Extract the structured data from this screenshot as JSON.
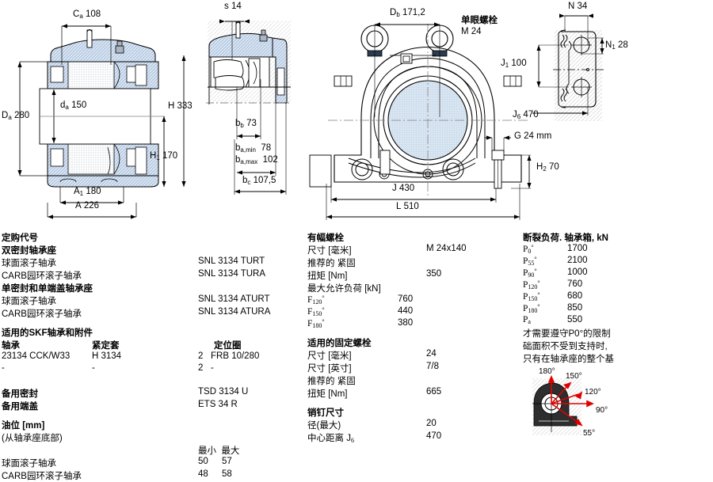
{
  "drawings": {
    "view_left": {
      "name": "side-section-view",
      "dims": [
        {
          "key": "Ca",
          "label": "C",
          "sub": "a",
          "value": "108"
        },
        {
          "key": "Da",
          "label": "D",
          "sub": "a",
          "value": "280"
        },
        {
          "key": "da",
          "label": "d",
          "sub": "a",
          "value": "150"
        },
        {
          "key": "H",
          "label": "H",
          "sub": "",
          "value": "333"
        },
        {
          "key": "H1",
          "label": "H",
          "sub": "1",
          "value": "170"
        },
        {
          "key": "A1",
          "label": "A",
          "sub": "1",
          "value": "180"
        },
        {
          "key": "A",
          "label": "A",
          "sub": "",
          "value": "226"
        }
      ]
    },
    "view_mid_left": {
      "name": "half-section-view",
      "dims": [
        {
          "key": "s",
          "label": "s",
          "sub": "",
          "value": "14"
        },
        {
          "key": "bb",
          "label": "b",
          "sub": "b",
          "value": "73"
        },
        {
          "key": "bamin",
          "label": "b",
          "sub": "a,min",
          "value": "78"
        },
        {
          "key": "bamax",
          "label": "b",
          "sub": "a,max",
          "value": "102"
        },
        {
          "key": "bc",
          "label": "b",
          "sub": "c",
          "value": "107,5"
        }
      ]
    },
    "view_front": {
      "name": "front-view",
      "dims": [
        {
          "key": "Db",
          "label": "D",
          "sub": "b",
          "value": "171,2"
        },
        {
          "key": "J",
          "label": "J",
          "sub": "",
          "value": "430"
        },
        {
          "key": "L",
          "label": "L",
          "sub": "",
          "value": "510"
        },
        {
          "key": "G",
          "label": "G",
          "sub": "",
          "value": "24 mm"
        },
        {
          "key": "H2",
          "label": "H",
          "sub": "2",
          "value": "70"
        },
        {
          "key": "J1",
          "label": "J",
          "sub": "1",
          "value": "100"
        },
        {
          "key": "J6",
          "label": "J",
          "sub": "6",
          "value": "470"
        }
      ],
      "eyebolt_title": "单眼螺栓",
      "eyebolt_size": "M 24"
    },
    "view_right": {
      "name": "top-detail-view",
      "dims": [
        {
          "key": "N",
          "label": "N",
          "sub": "",
          "value": "34"
        },
        {
          "key": "N1",
          "label": "N",
          "sub": "1",
          "value": "28"
        }
      ]
    }
  },
  "left_column": {
    "title": "定购代号",
    "group1_title": "双密封轴承座",
    "group1_rows": [
      {
        "label": "球面滚子轴承",
        "value": "SNL 3134 TURT"
      },
      {
        "label": "CARB园环滚子轴承",
        "value": "SNL 3134 TURA"
      }
    ],
    "group2_title": "单密封和单端盖轴承座",
    "group2_rows": [
      {
        "label": "球面滚子轴承",
        "value": "SNL 3134 ATURT"
      },
      {
        "label": "CARB园环滚子轴承",
        "value": "SNL 3134 ATURA"
      }
    ],
    "bearings_title": "适用的SKF轴承和附件",
    "bearings_headers": [
      "轴承",
      "紧定套",
      "定位圈"
    ],
    "bearings_rows": [
      {
        "bearing": "23134 CCK/W33",
        "sleeve": "H 3134",
        "ring_qty": "2",
        "ring": "FRB 10/280"
      },
      {
        "bearing": "-",
        "sleeve": "-",
        "ring_qty": "2",
        "ring": "-"
      }
    ],
    "spare_seal_label": "备用密封",
    "spare_seal_value": "TSD 3134 U",
    "spare_cover_label": "备用端盖",
    "spare_cover_value": "ETS 34 R",
    "oil_title": "油位 [mm]",
    "oil_note": "(从轴承座底部)",
    "oil_col_min": "最小",
    "oil_col_max": "最大",
    "oil_rows": [
      {
        "label": "球面滚子轴承",
        "min": "50",
        "max": "57"
      },
      {
        "label": "CARB园环滚子轴承",
        "min": "48",
        "max": "58"
      }
    ]
  },
  "mid_column": {
    "eyebolt_title": "有幅螺栓",
    "size_metric_label": "尺寸 [毫米]",
    "size_metric_value": "M 24x140",
    "torque_note": "推荐的 紧固",
    "torque_label": "扭矩 [Nm]",
    "torque_value": "350",
    "maxload_label": "最大允许负荷 [kN]",
    "f_rows": [
      {
        "label": "F",
        "sub": "120",
        "deg": "°",
        "value": "760"
      },
      {
        "label": "F",
        "sub": "150",
        "deg": "°",
        "value": "440"
      },
      {
        "label": "F",
        "sub": "180",
        "deg": "°",
        "value": "380"
      }
    ],
    "fixbolt_title": "适用的固定螺栓",
    "fix_metric_label": "尺寸 [毫米]",
    "fix_metric_value": "24",
    "fix_inch_label": "尺寸 [英寸]",
    "fix_inch_value": "7/8",
    "fix_torque_note": "推荐的 紧固",
    "fix_torque_label": "扭矩 [Nm]",
    "fix_torque_value": "665",
    "pin_title": "销钉尺寸",
    "pin_dia_label": "径(最大)",
    "pin_dia_value": "20",
    "pin_center_label": "中心距离 J",
    "pin_center_sub": "6",
    "pin_center_value": "470"
  },
  "right_column": {
    "title": "断裂负荷. 轴承箱, kN",
    "p_rows": [
      {
        "label": "P",
        "sub": "0",
        "deg": "°",
        "value": "1700"
      },
      {
        "label": "P",
        "sub": "55",
        "deg": "°",
        "value": "2100"
      },
      {
        "label": "P",
        "sub": "90",
        "deg": "°",
        "value": "1000"
      },
      {
        "label": "P",
        "sub": "120",
        "deg": "°",
        "value": "760"
      },
      {
        "label": "P",
        "sub": "150",
        "deg": "°",
        "value": "680"
      },
      {
        "label": "P",
        "sub": "180",
        "deg": "°",
        "value": "850"
      },
      {
        "label": "P",
        "sub": "a",
        "deg": "",
        "value": "550"
      }
    ],
    "footnote_lines": [
      "才需要遵守P0°的限制",
      "础面积不受到支持时,",
      "只有在轴承座的整个基"
    ],
    "angle_diagram": {
      "name": "load-angle-diagram",
      "labels": [
        "180°",
        "150°",
        "120°",
        "90°",
        "55°"
      ],
      "arrow_color": "#e00000"
    }
  },
  "colors": {
    "hatch_blue": "#b9cde5",
    "line": "#000000",
    "center_line": "#808080",
    "red": "#e00000"
  }
}
